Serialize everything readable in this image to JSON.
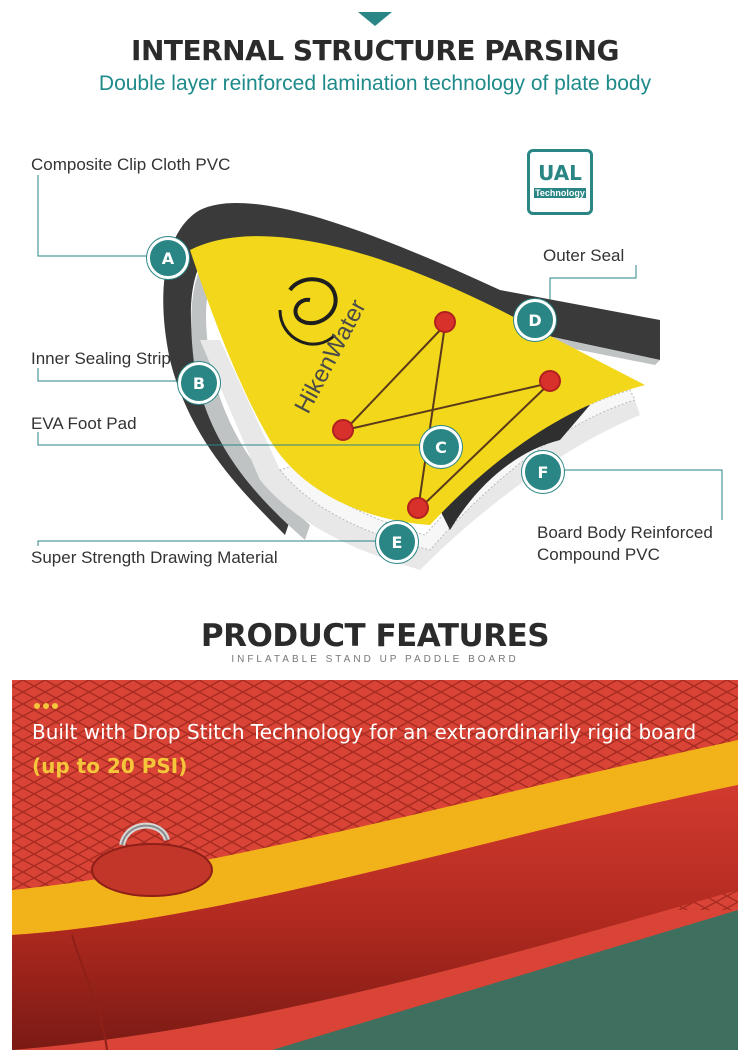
{
  "section1": {
    "title": "INTERNAL STRUCTURE PARSING",
    "subtitle": "Double layer reinforced lamination technology of plate body",
    "badge_top": "UAL",
    "badge_bottom": "Technology",
    "board_brand": "HikenWater",
    "callouts": [
      {
        "letter": "A",
        "label": "Composite Clip Cloth PVC"
      },
      {
        "letter": "B",
        "label": "Inner Sealing Strip"
      },
      {
        "letter": "C",
        "label": "EVA Foot Pad"
      },
      {
        "letter": "D",
        "label": "Outer Seal"
      },
      {
        "letter": "E",
        "label": "Super Strength Drawing Material"
      },
      {
        "letter": "F",
        "label_line1": "Board Body Reinforced",
        "label_line2": "Compound PVC"
      }
    ]
  },
  "section2": {
    "title": "PRODUCT FEATURES",
    "subtitle": "INFLATABLE STAND UP PADDLE BOARD",
    "feature_text": "Built with Drop Stitch Technology for an extraordinarily rigid board",
    "feature_highlight": "(up to 20 PSI)"
  },
  "colors": {
    "teal": "#2a8585",
    "board_yellow": "#f2d71a",
    "board_red": "#c83a2c",
    "highlight": "#f5c63a"
  }
}
